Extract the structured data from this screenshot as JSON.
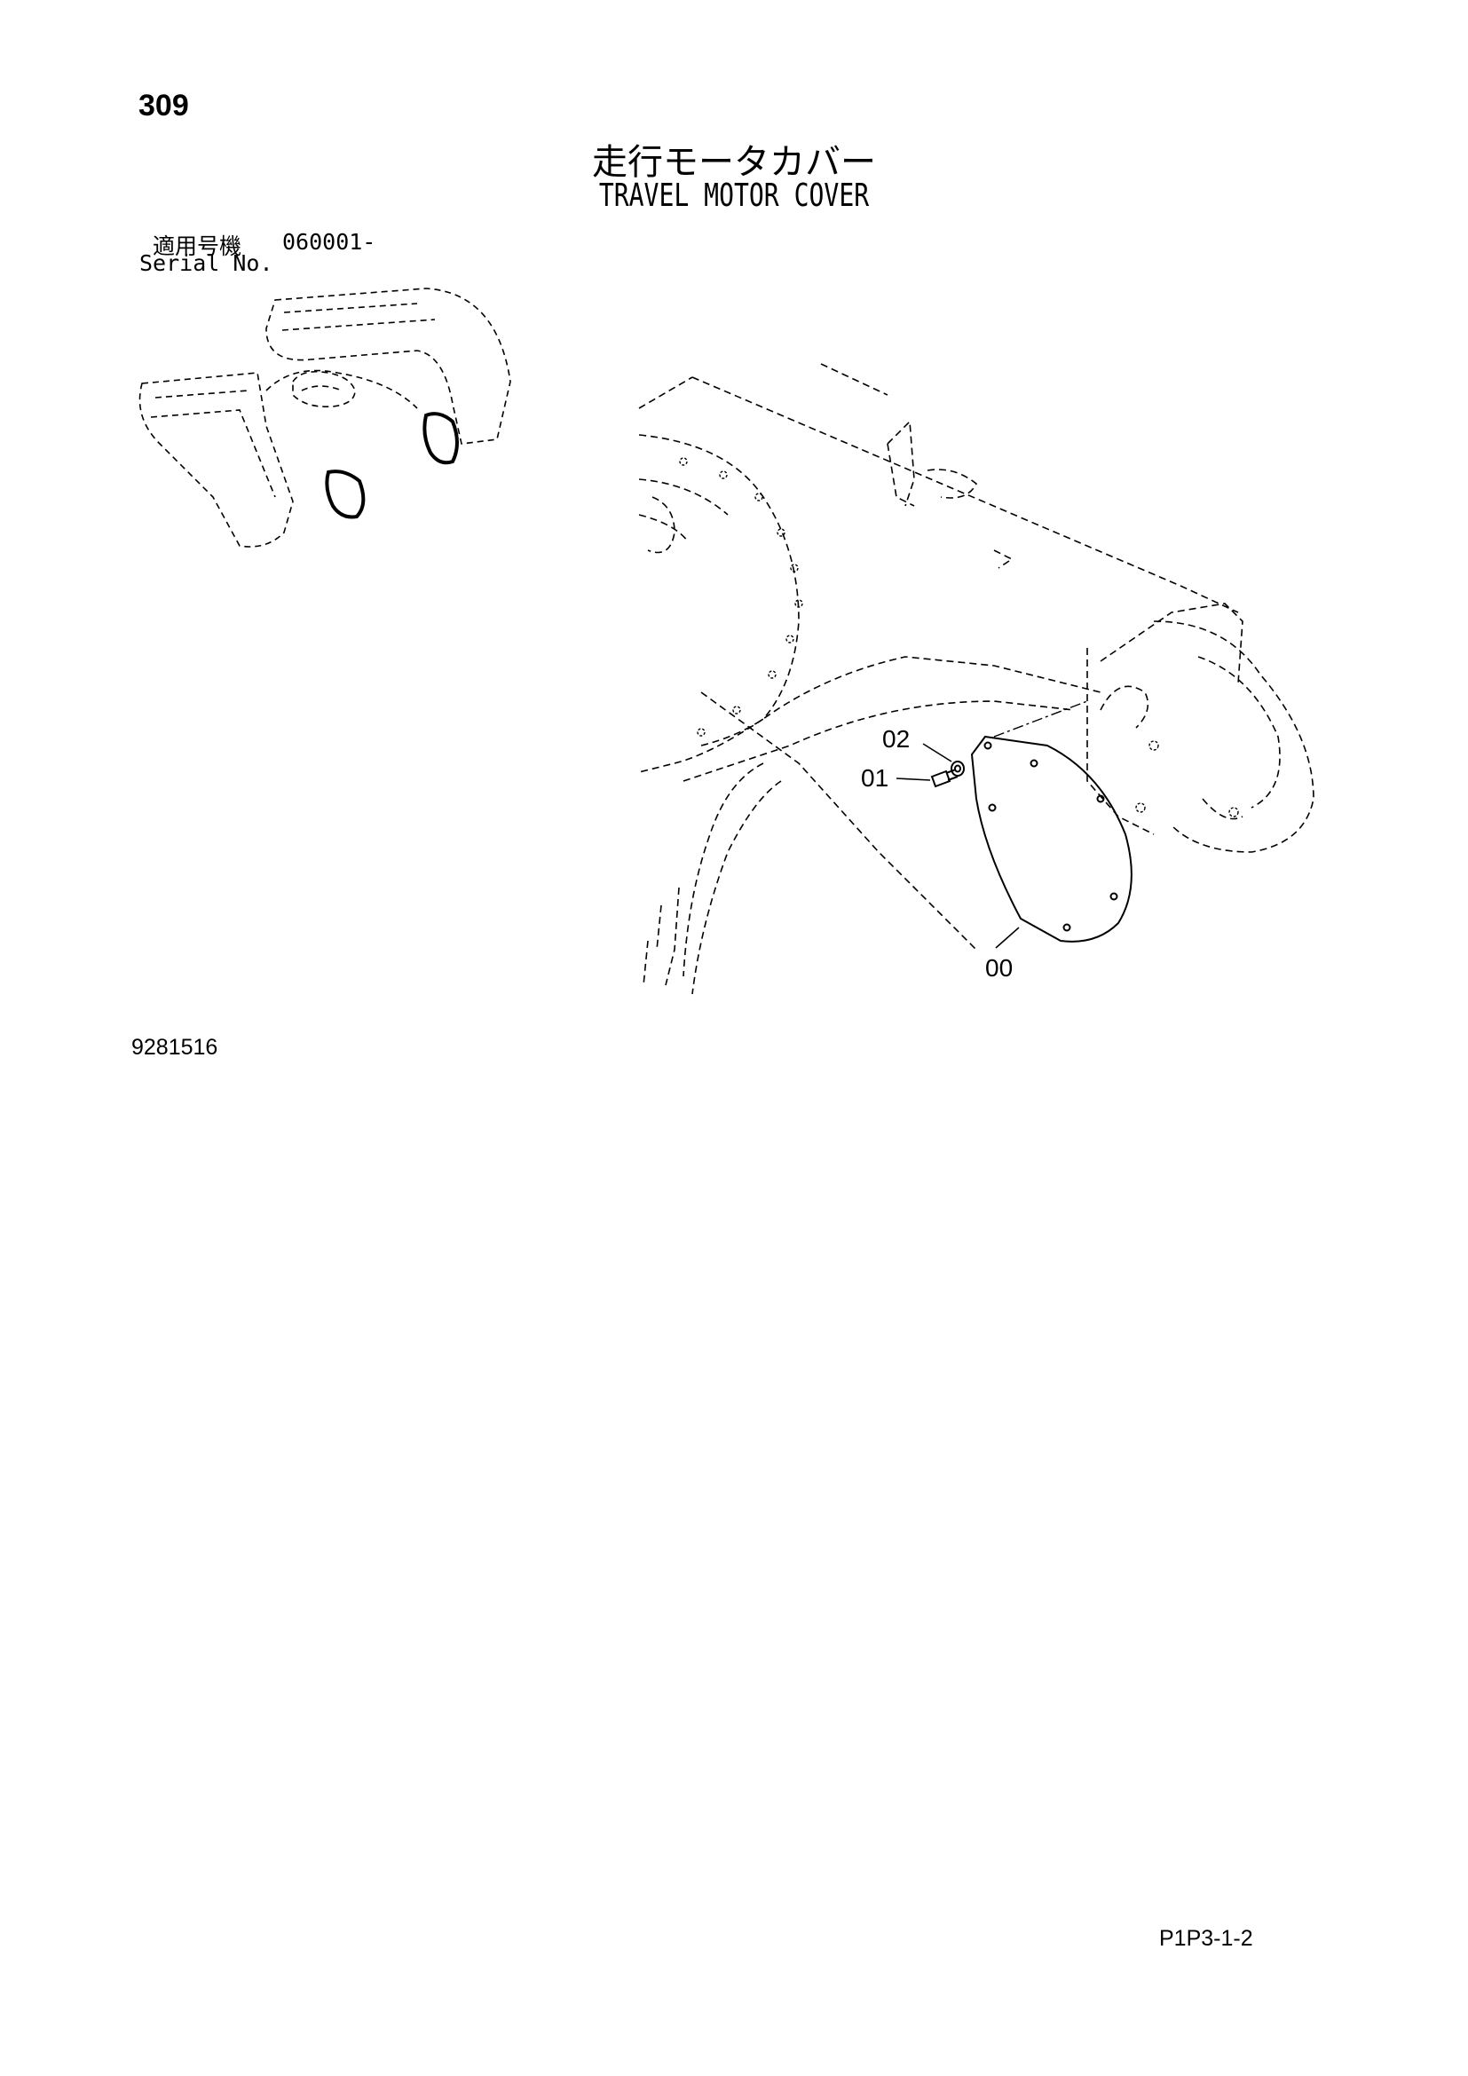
{
  "header": {
    "page_number": "309",
    "title_jp": "走行モータカバー",
    "title_en": "TRAVEL MOTOR COVER"
  },
  "serial": {
    "label_jp": "適用号機",
    "value": "060001-",
    "label_en": "Serial No."
  },
  "callouts": {
    "part_00": "00",
    "part_01": "01",
    "part_02": "02"
  },
  "footer": {
    "drawing_code": "9281516",
    "page_code": "P1P3-1-2"
  },
  "colors": {
    "ink": "#000000",
    "background": "#ffffff"
  }
}
